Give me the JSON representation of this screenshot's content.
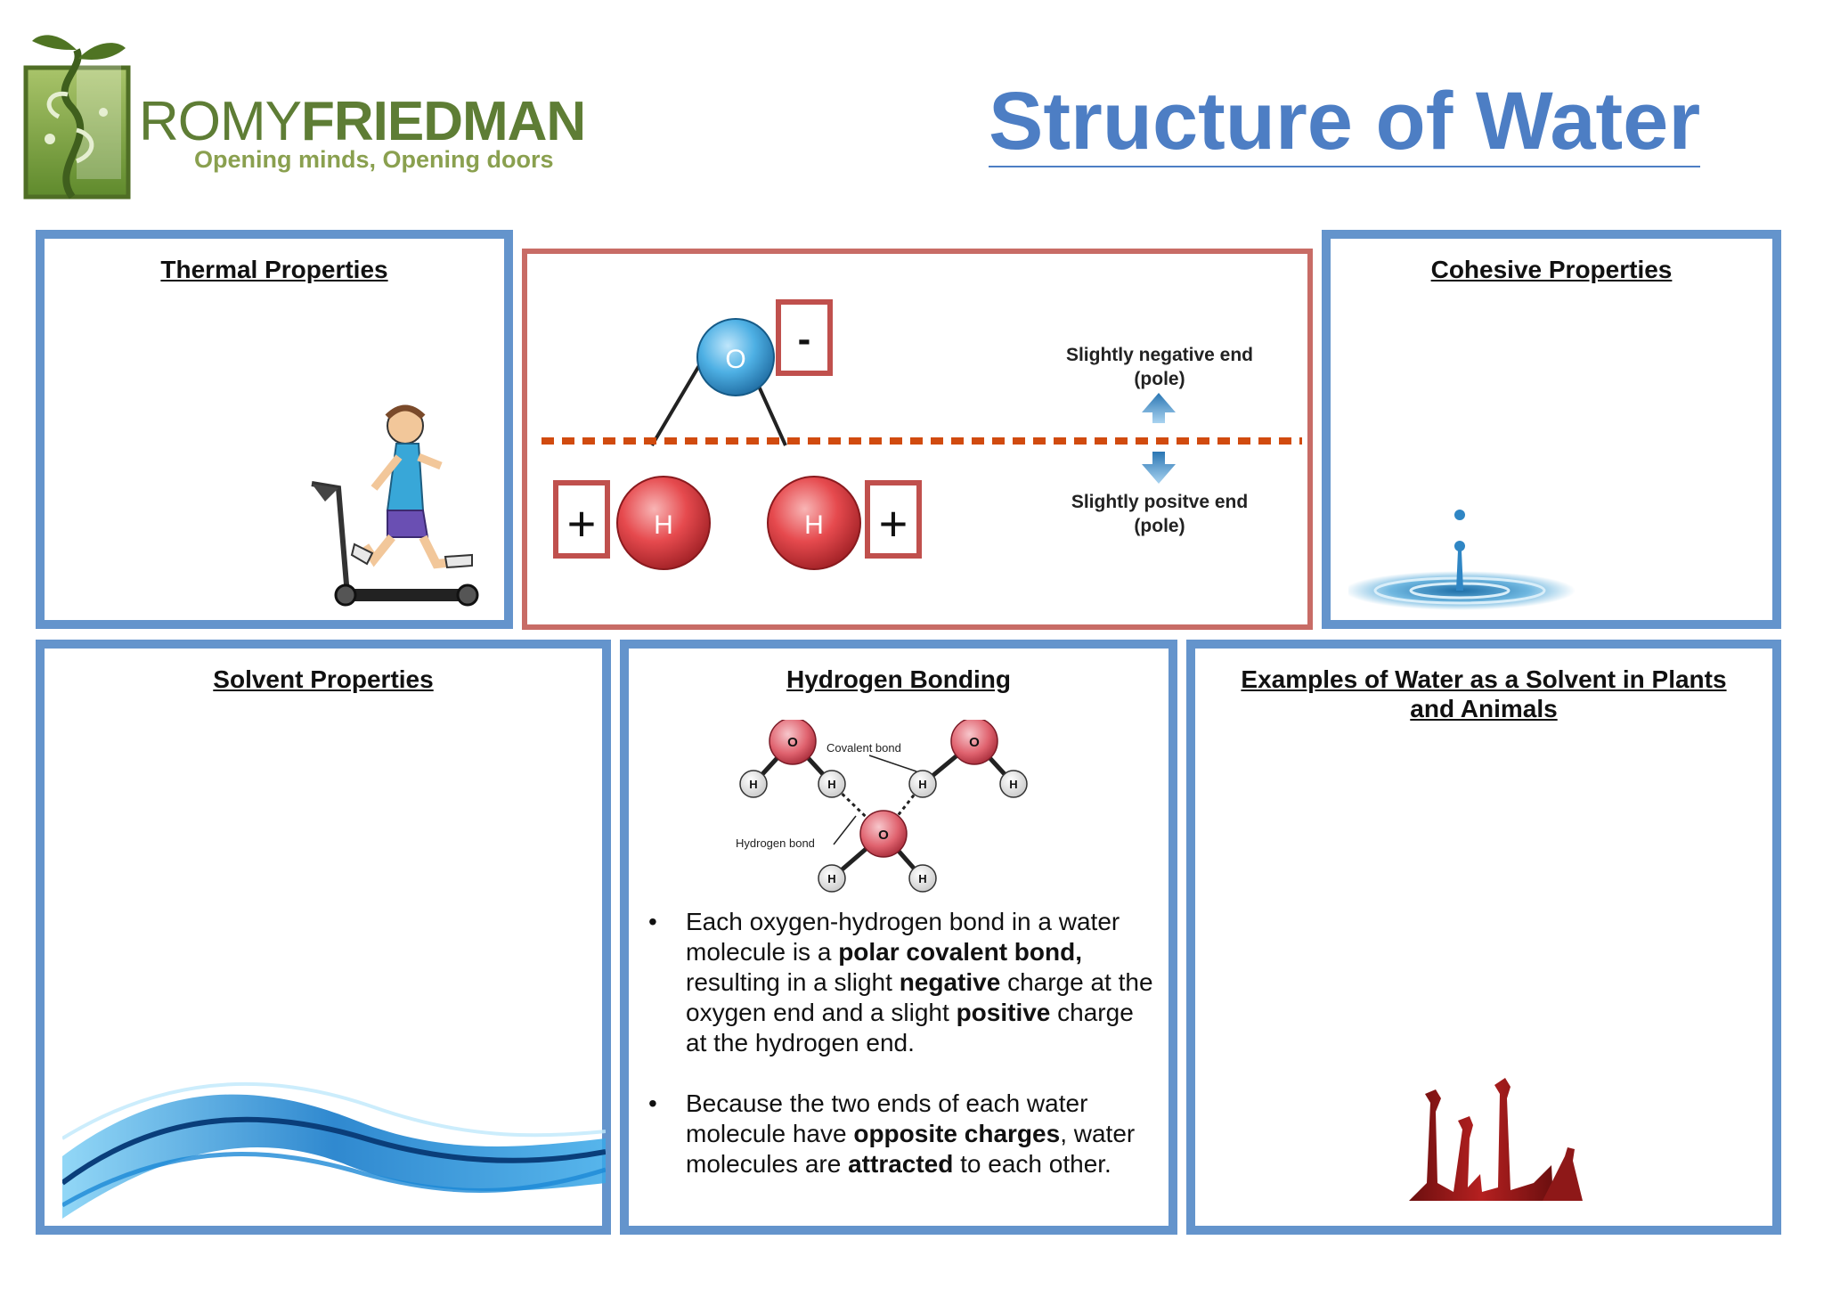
{
  "header": {
    "logo_light": "ROMY",
    "logo_bold": "FRIEDMAN",
    "logo_tagline": "Opening minds, Opening doors",
    "page_title": "Structure of Water"
  },
  "panels": {
    "thermal": {
      "title": "Thermal Properties"
    },
    "cohesive": {
      "title": "Cohesive Properties"
    },
    "solvent": {
      "title": "Solvent Properties"
    },
    "hydrogen": {
      "title": "Hydrogen Bonding",
      "diagram": {
        "covalent_label": "Covalent bond",
        "hydrogen_label": "Hydrogen bond",
        "oxygen": "O",
        "hydrogen": "H"
      },
      "bullets": [
        {
          "parts": [
            {
              "text": "Each oxygen-hydrogen bond in a water molecule is a ",
              "bold": false
            },
            {
              "text": "polar covalent bond,",
              "bold": true
            },
            {
              "text": " resulting in a slight ",
              "bold": false
            },
            {
              "text": "negative",
              "bold": true
            },
            {
              "text": " charge at the oxygen end and a slight ",
              "bold": false
            },
            {
              "text": "positive",
              "bold": true
            },
            {
              "text": " charge at the hydrogen end.",
              "bold": false
            }
          ]
        },
        {
          "parts": [
            {
              "text": "Because the two ends of each water molecule have ",
              "bold": false
            },
            {
              "text": "opposite charges",
              "bold": true
            },
            {
              "text": ", water molecules are ",
              "bold": false
            },
            {
              "text": "attracted",
              "bold": true
            },
            {
              "text": " to each other.",
              "bold": false
            }
          ]
        }
      ]
    },
    "examples": {
      "title": "Examples of Water as a Solvent in Plants and Animals"
    },
    "molecule": {
      "oxygen": "O",
      "hydrogen": "H",
      "minus": "-",
      "plus": "+",
      "negative_label_1": "Slightly negative end",
      "negative_label_2": "(pole)",
      "positive_label_1": "Slightly positve end",
      "positive_label_2": "(pole)"
    }
  },
  "colors": {
    "panel_border": "#6494cc",
    "center_border": "#c86c66",
    "title": "#4d7ec4",
    "logo_green": "#5e7d35"
  }
}
